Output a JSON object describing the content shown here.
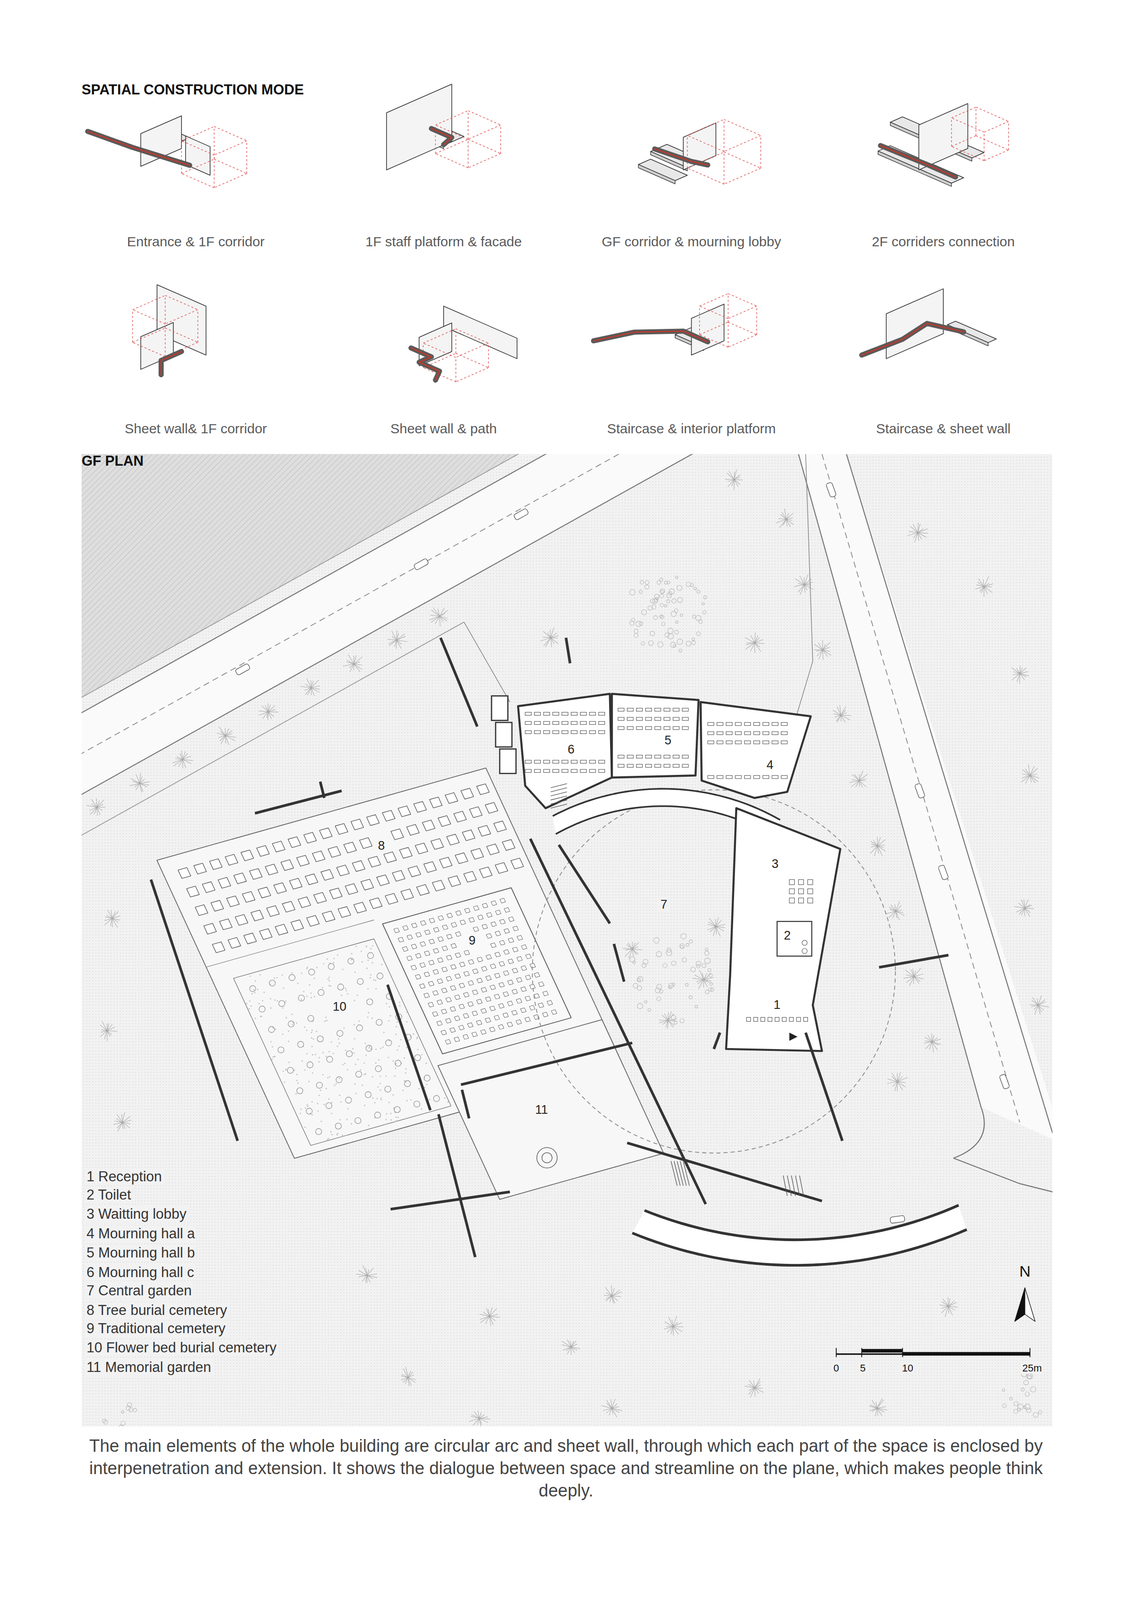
{
  "diagram": {
    "title": "SPATIAL CONSTRUCTION MODE",
    "caption": "The main elements of the whole building are circular arc and sheet wall, through which each part of the space is enclosed by interpenetration and extension. It shows the dialogue between space and streamline on the plane, which makes people think deeply.",
    "labels": [
      "GF PLAN",
      "Entrance & 1F corridor",
      "1F staff platform & facade",
      "GF corridor & mourning lobby",
      "2F corriders connection",
      "Sheet wall& 1F corridor",
      "Sheet wall & path",
      "Staircase & interior platform",
      "Staircase & sheet wall",
      "6",
      "5",
      "4",
      "8",
      "3",
      "7",
      "2",
      "9",
      "10",
      "1",
      "11",
      "1 Reception",
      "2 Toilet",
      "3 Waitting lobby",
      "4 Mourning hall a",
      "5 Mourning hall b",
      "6 Mourning hall c",
      "7 Central garden",
      "8 Tree burial cemetery",
      "9 Traditional cemetery",
      "10 Flower bed burial cemetery",
      "11 Memorial garden",
      "N",
      "0",
      "5",
      "10",
      "25m"
    ]
  }
}
